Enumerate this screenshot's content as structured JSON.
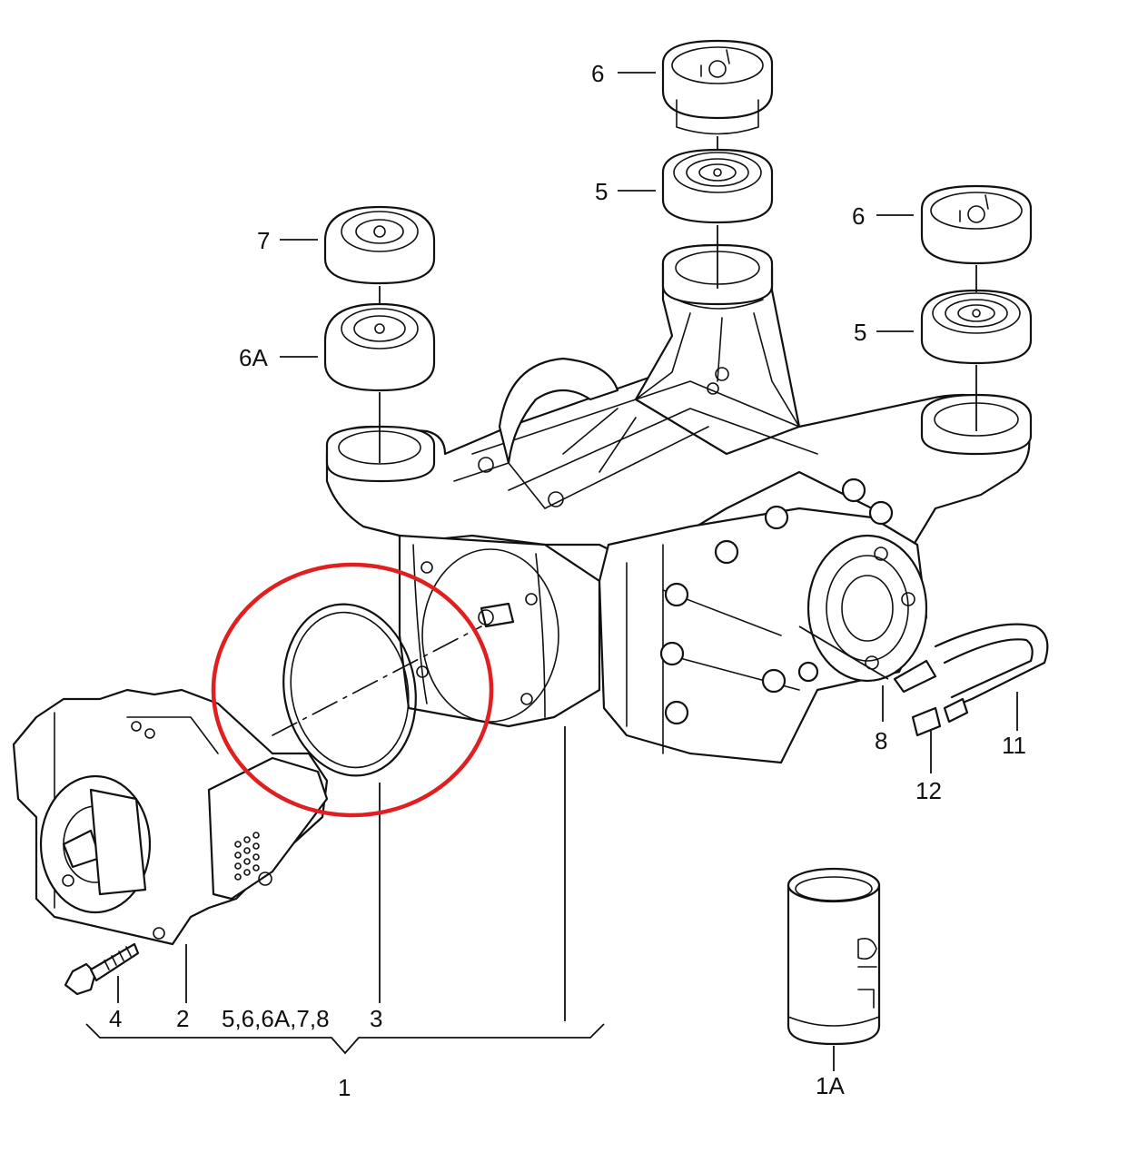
{
  "labels": {
    "l6a": "6",
    "l5a": "5",
    "l7": "7",
    "l6A": "6A",
    "l6b": "6",
    "l5b": "5",
    "l8": "8",
    "l11": "11",
    "l12": "12",
    "l4": "4",
    "l2": "2",
    "lgroup": "5,6,6A,7,8",
    "l3": "3",
    "l1": "1",
    "l1A": "1A"
  },
  "colors": {
    "highlight": "#e02020",
    "line": "#111111"
  }
}
